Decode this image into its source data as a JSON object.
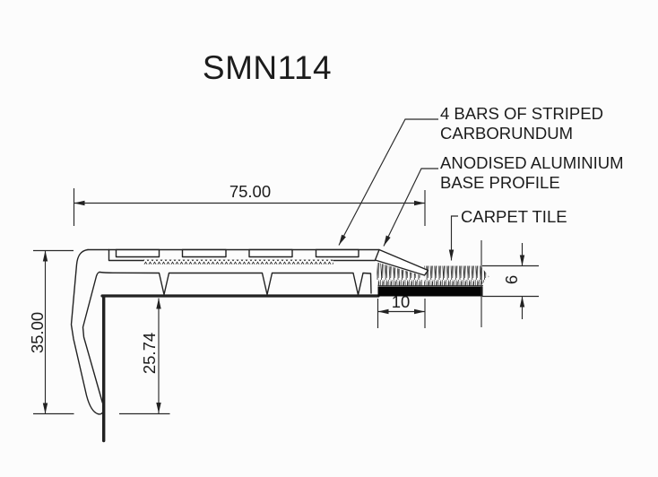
{
  "drawing": {
    "title": "SMN114",
    "notes": {
      "carborundum_line1": "4 BARS OF STRIPED",
      "carborundum_line2": "CARBORUNDUM",
      "aluminium_line1": "ANODISED ALUMINIUM",
      "aluminium_line2": "BASE PROFILE",
      "carpet": "CARPET TILE"
    },
    "dimensions": {
      "overall_width": "75.00",
      "overall_height": "35.00",
      "riser_inner_height": "25.74",
      "carpet_recess_width": "10",
      "carpet_thickness": "6"
    },
    "colors": {
      "line": "#222222",
      "background": "#fcfcfc",
      "carpet_backing": "#050505"
    }
  }
}
